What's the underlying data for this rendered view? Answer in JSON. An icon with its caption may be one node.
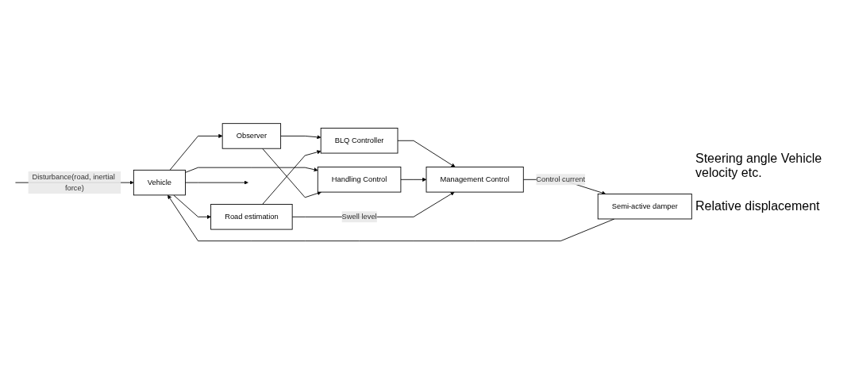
{
  "diagram": {
    "nodes": [
      {
        "text": [
          "Vehicle"
        ]
      },
      {
        "text": [
          "Semi-active damper"
        ]
      },
      {
        "text": [
          "BLQ Controller"
        ]
      },
      {
        "text": [
          "Observer"
        ]
      },
      {
        "text": [
          "Management Control"
        ]
      },
      {
        "text": [
          "Handling Control"
        ]
      },
      {
        "text": [
          "Road estimation"
        ]
      }
    ],
    "edges": [
      {
        "from": null,
        "to": 0,
        "arrow": "to",
        "label": "Disturbance(road, inertial force)"
      },
      {
        "from": 1,
        "to": 0,
        "arrow": "to"
      },
      {
        "from": 0,
        "to": null,
        "arrow": "to"
      },
      {
        "from": 0,
        "to": 3,
        "arrow": "to"
      },
      {
        "from": 0,
        "to": 5,
        "arrow": "to"
      },
      {
        "from": 0,
        "to": 6,
        "arrow": "to"
      },
      {
        "from": 3,
        "to": 2,
        "arrow": "to"
      },
      {
        "from": 3,
        "to": 5,
        "arrow": "to"
      },
      {
        "from": 2,
        "to": 4,
        "arrow": "to"
      },
      {
        "from": 5,
        "to": 4,
        "arrow": "to"
      },
      {
        "from": 6,
        "to": 4,
        "arrow": "to",
        "label": "Swell level"
      },
      {
        "from": 6,
        "to": 2,
        "arrow": "to"
      },
      {
        "from": 4,
        "to": 1,
        "arrow": "to",
        "label": "Control current"
      }
    ],
    "labels": [
      "Steering angle Vehicle velocity etc.",
      "Relative displacement"
    ]
  }
}
